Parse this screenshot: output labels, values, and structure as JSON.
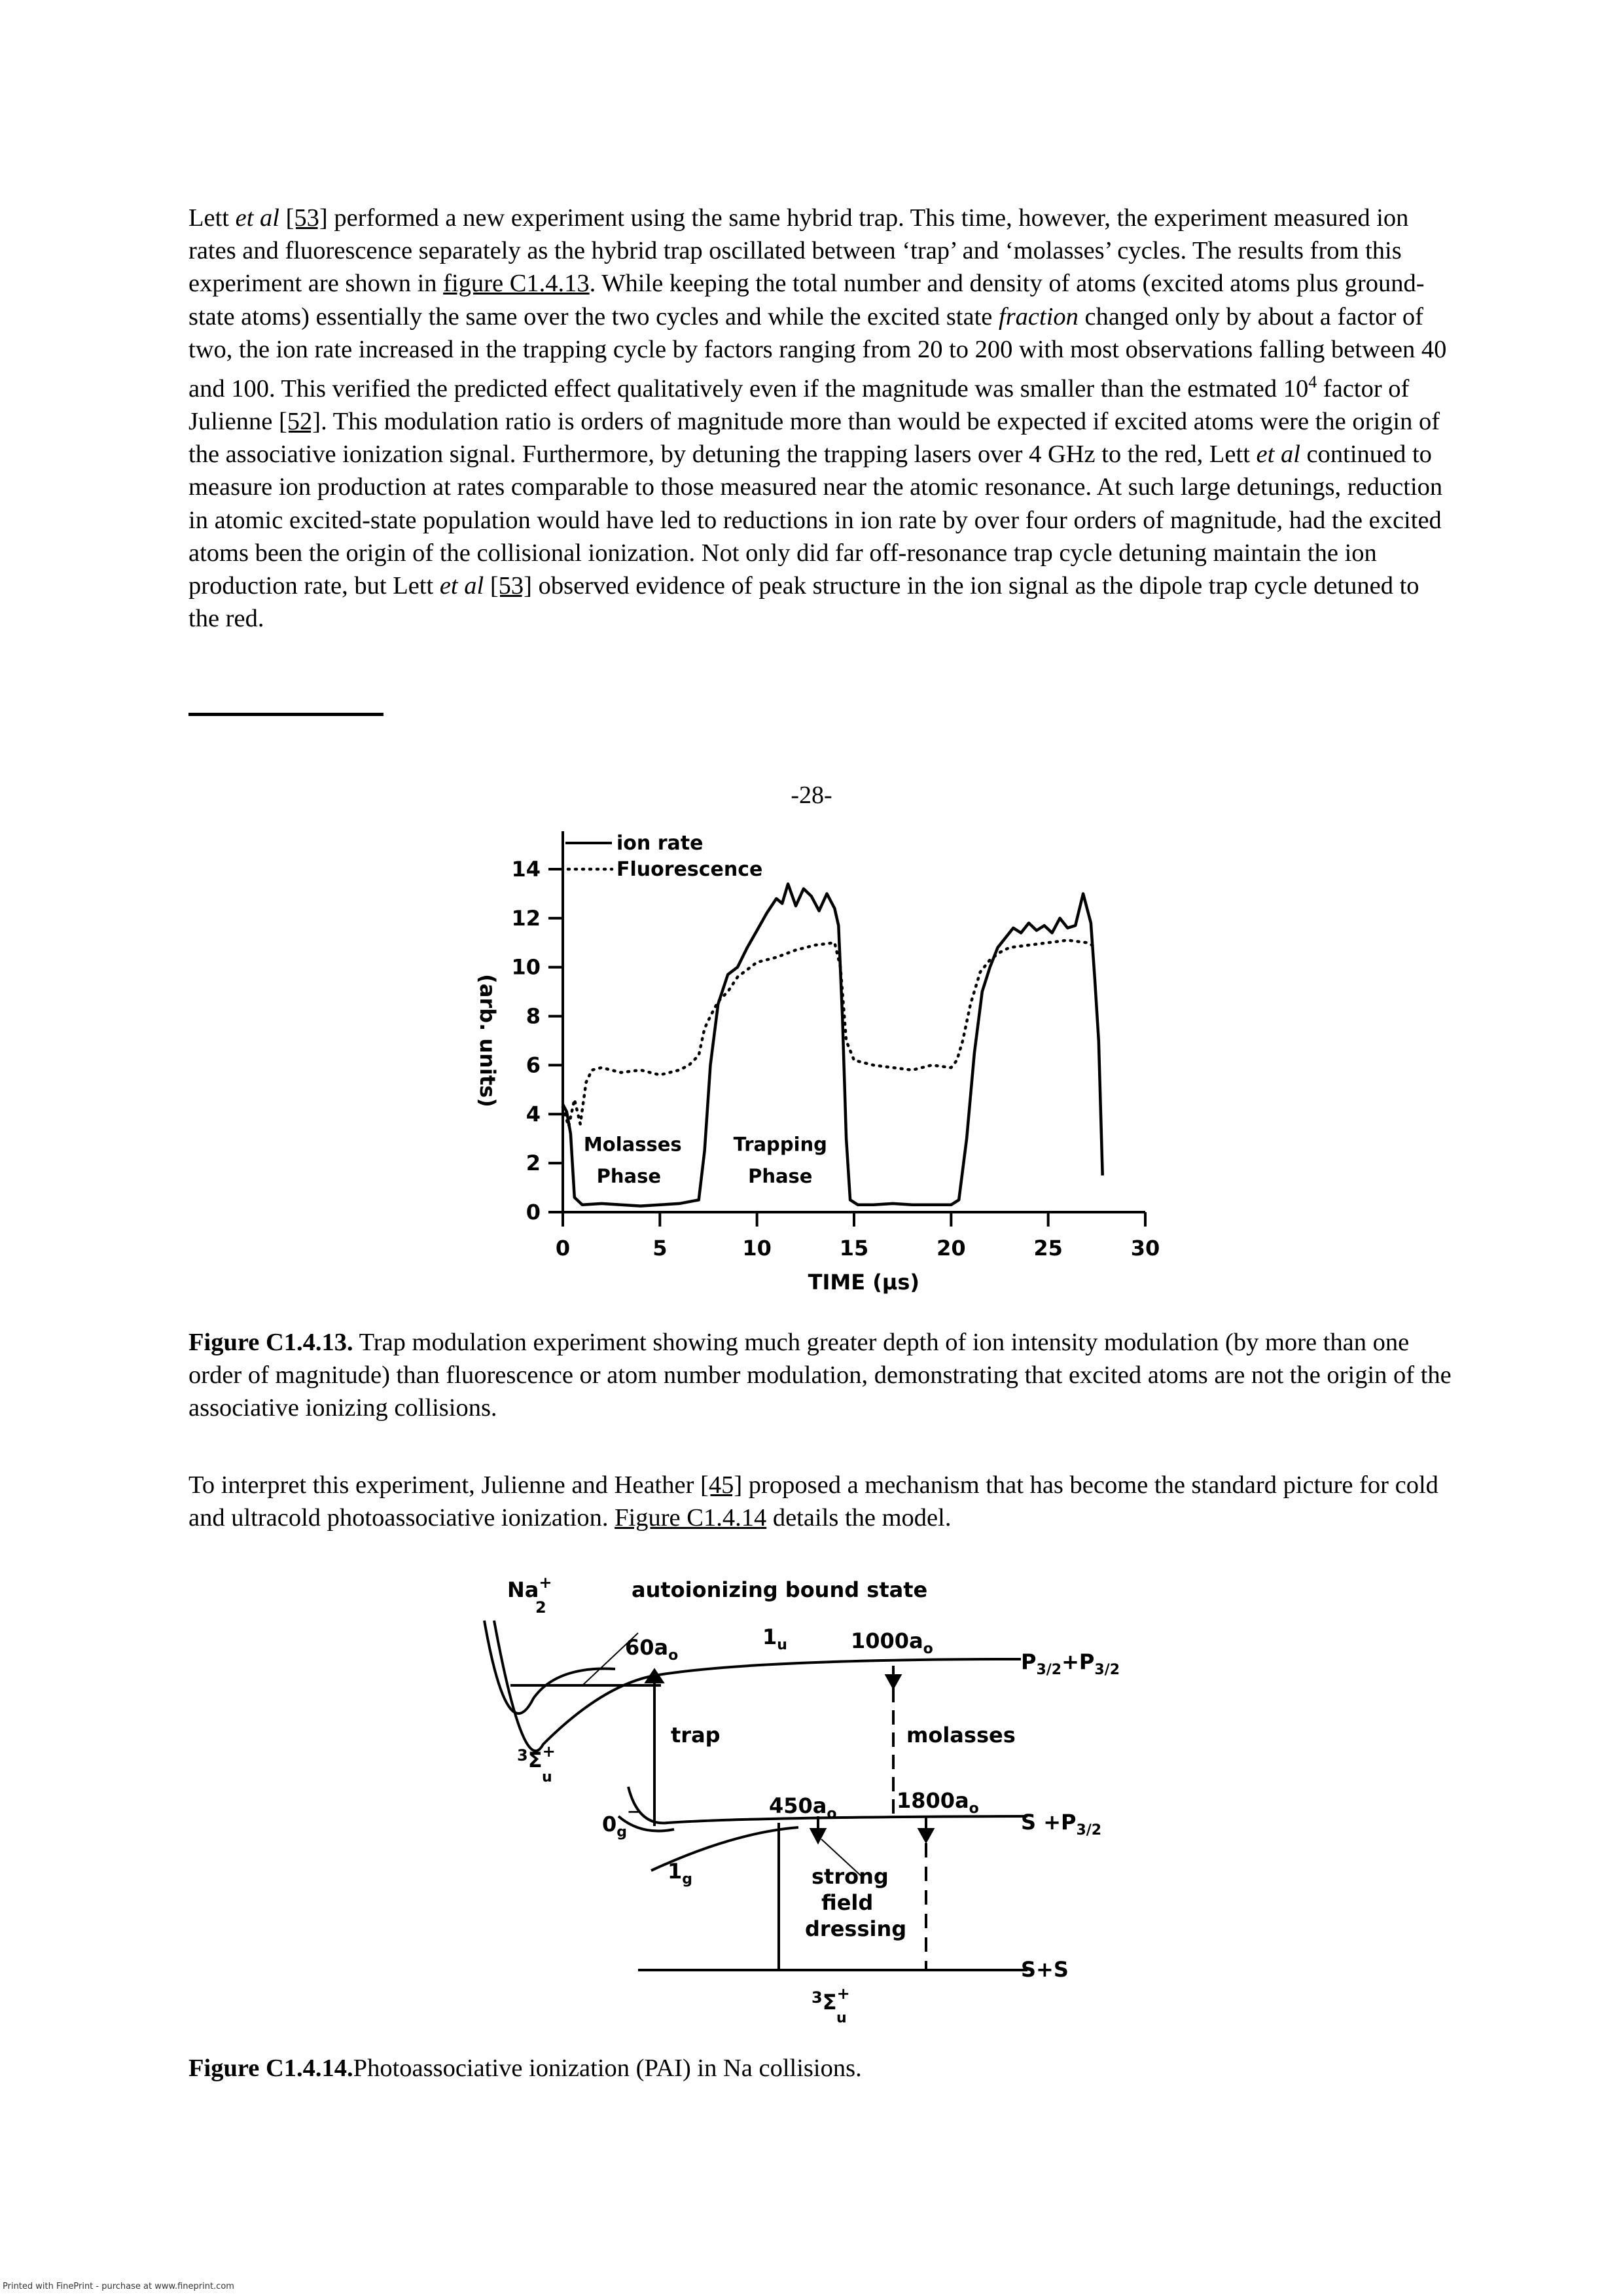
{
  "paragraph1": {
    "s1": "Lett ",
    "s1_italic": "et al",
    "s1b": " ",
    "ref53": "[53]",
    "s2": " performed a new experiment using the same hybrid trap. This time, however, the experiment measured ion rates and fluorescence separately as the hybrid trap oscillated between ‘trap’ and ‘molasses’ cycles. The results from this experiment are shown in ",
    "figref": "figure C1.4.13",
    "s3": ". While keeping the total number and density of atoms (excited atoms plus ground-state atoms) essentially the same over the two cycles and while the excited state ",
    "fraction": "fraction",
    "s4": " changed only by about a factor of two, the ion rate increased in the trapping cycle by factors ranging from 20 to 200 with most observations falling between 40 and 100. This verified the predicted effect qualitatively even if the magnitude was smaller than the estmated 10",
    "sup4": "4",
    "s5": " factor of Julienne ",
    "ref52": "[52]",
    "s6": ". This modulation ratio is orders of magnitude more than would be expected if excited atoms were the origin of the associative ionization signal. Furthermore, by detuning the trapping lasers over 4 GHz to the red, Lett ",
    "etal2": "et al",
    "s7": " continued to measure ion production at rates comparable to those measured near the atomic resonance. At such large detunings, reduction in atomic excited-state population would have led to reductions in ion rate by over four orders of magnitude, had the excited atoms been the origin of the collisional ionization. Not only did far off-resonance trap cycle detuning maintain the ion production rate, but Lett ",
    "etal3": "et al",
    "s8": " ",
    "ref53b": "[53]",
    "s9": " observed evidence of peak structure in the ion signal as the dipole trap cycle detuned to the red."
  },
  "page_number": "-28-",
  "chart_data": {
    "type": "line",
    "xlabel": "TIME (μs)",
    "ylabel": "(arb. units)",
    "xlim": [
      0,
      30
    ],
    "ylim": [
      0,
      14
    ],
    "xticks": [
      "0",
      "5",
      "10",
      "15",
      "20",
      "25",
      "30"
    ],
    "yticks": [
      "0",
      "2",
      "4",
      "6",
      "8",
      "10",
      "12",
      "14"
    ],
    "legend": [
      "ion rate",
      "Fluorescence"
    ],
    "annotations": {
      "molasses_1": "Molasses",
      "molasses_2": "Phase",
      "trapping_1": "Trapping",
      "trapping_2": "Phase"
    },
    "series": [
      {
        "name": "ion rate",
        "style": "solid",
        "x": [
          0,
          0.2,
          0.4,
          0.6,
          1.0,
          2,
          3,
          4,
          5,
          6,
          7,
          7.3,
          7.6,
          8,
          8.5,
          9,
          9.5,
          10,
          10.5,
          11,
          11.3,
          11.6,
          12,
          12.4,
          12.8,
          13.2,
          13.6,
          14,
          14.2,
          14.4,
          14.6,
          14.8,
          15.2,
          16,
          17,
          18,
          19,
          20,
          20.4,
          20.8,
          21.2,
          21.6,
          22,
          22.4,
          22.8,
          23.2,
          23.6,
          24,
          24.4,
          24.8,
          25.2,
          25.6,
          26,
          26.4,
          26.8,
          27.2,
          27.4,
          27.6,
          27.8
        ],
        "values": [
          4.4,
          4.1,
          3.2,
          0.6,
          0.3,
          0.35,
          0.3,
          0.25,
          0.3,
          0.35,
          0.5,
          2.5,
          6.0,
          8.5,
          9.7,
          10.0,
          10.8,
          11.5,
          12.2,
          12.8,
          12.6,
          13.4,
          12.5,
          13.2,
          12.9,
          12.3,
          13.0,
          12.4,
          11.7,
          8.0,
          3.0,
          0.5,
          0.3,
          0.3,
          0.35,
          0.3,
          0.3,
          0.3,
          0.5,
          3.0,
          6.5,
          9.0,
          10.0,
          10.8,
          11.2,
          11.6,
          11.4,
          11.8,
          11.5,
          11.7,
          11.4,
          12.0,
          11.6,
          11.7,
          13.0,
          11.8,
          9.5,
          7.0,
          1.5
        ]
      },
      {
        "name": "Fluorescence",
        "style": "dotted",
        "x": [
          0,
          0.3,
          0.6,
          0.9,
          1.2,
          1.5,
          2,
          3,
          4,
          5,
          6,
          6.5,
          7,
          7.3,
          7.6,
          8,
          8.5,
          9,
          9.5,
          10,
          11,
          12,
          13,
          14,
          14.3,
          14.6,
          15,
          16,
          17,
          18,
          19,
          20,
          20.3,
          20.6,
          21,
          21.5,
          22,
          22.5,
          23,
          24,
          25,
          26,
          27,
          27.5
        ],
        "values": [
          4.3,
          3.5,
          4.6,
          3.6,
          5.3,
          5.8,
          5.9,
          5.7,
          5.8,
          5.6,
          5.8,
          6.0,
          6.4,
          7.5,
          8.0,
          8.6,
          9.0,
          9.6,
          9.9,
          10.2,
          10.4,
          10.7,
          10.9,
          11.0,
          10.0,
          7.0,
          6.2,
          6.0,
          5.9,
          5.8,
          6.0,
          5.9,
          6.2,
          7.0,
          8.5,
          9.8,
          10.3,
          10.6,
          10.8,
          10.9,
          11.0,
          11.1,
          11.0,
          10.8
        ]
      }
    ]
  },
  "figure13_caption": {
    "label": "Figure C1.4.13.",
    "text": " Trap modulation experiment showing much greater depth of ion intensity modulation (by more than one order of magnitude) than fluorescence or atom number modulation, demonstrating that excited atoms are not the origin of the associative ionizing collisions."
  },
  "paragraph2": {
    "s1": "To interpret this experiment, Julienne and Heather ",
    "ref45": "[45]",
    "s2": " proposed a mechanism that has become the standard picture for cold and ultracold photoassociative ionization. ",
    "figref": "Figure C1.4.14",
    "s3": " details the model."
  },
  "diagram": {
    "na2_label": "Na",
    "na2_sup": "+",
    "na2_sub": "2",
    "autoionizing": "autoionizing bound state",
    "label_60a0": "60a",
    "label_1u": "1",
    "label_1u_sub": "u",
    "label_1000a0": "1000a",
    "label_P": "P",
    "label_P_sub1": "3/2",
    "label_P_plus": "+P",
    "label_P_sub2": "3/2",
    "sigma_u_top_pre": "3",
    "sigma_u_top_char": "Σ",
    "sigma_u_top_sup": "+",
    "sigma_u_top_sub": "u",
    "trap": "trap",
    "molasses": "molasses",
    "label_450a0": "450a",
    "label_1800a0": "1800a",
    "sub_o": "o",
    "label_0g": "0",
    "label_0g_sub": "g",
    "label_0g_sup": "−",
    "label_SP": "S +P",
    "label_SP_sub": "3/2",
    "strong1": "strong",
    "strong2": "field",
    "strong3": "dressing",
    "label_1g": "1",
    "label_1g_sub": "g",
    "label_SS": "S+S",
    "sigma_bottom_pre": "3",
    "sigma_bottom_char": "Σ",
    "sigma_bottom_sup": "+",
    "sigma_bottom_sub": "u"
  },
  "figure14_caption": {
    "label": "Figure C1.4.14.",
    "text": "Photoassociative ionization (PAI) in Na collisions."
  },
  "footer": "Printed with FinePrint - purchase at www.fineprint.com"
}
